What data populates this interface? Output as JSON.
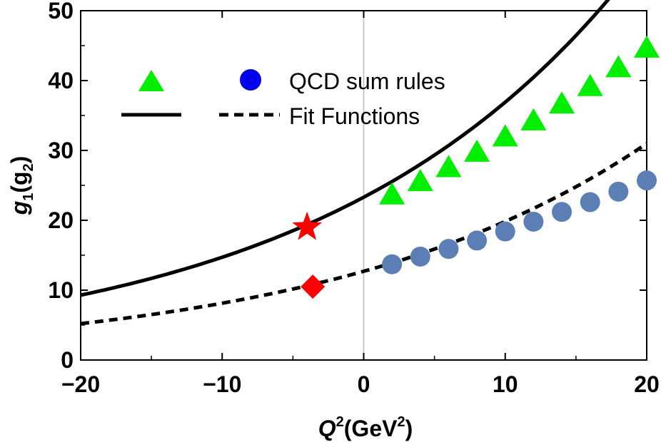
{
  "chart_data": {
    "type": "scatter",
    "xlabel": "Q",
    "xlabel_sup": "2",
    "xlabel_unit_open": "(GeV",
    "xlabel_unit_sup": "2",
    "xlabel_unit_close": ")",
    "ylabel": "g",
    "ylabel_sub": "1",
    "ylabel_mid": "(g",
    "ylabel_sub2": "2",
    "ylabel_close": ")",
    "xlim": [
      -20,
      20
    ],
    "ylim": [
      0,
      50
    ],
    "x_ticks": [
      -20,
      -10,
      0,
      10,
      20
    ],
    "x_tick_labels": [
      "−20",
      "−10",
      "0",
      "10",
      "20"
    ],
    "y_ticks": [
      0,
      10,
      20,
      30,
      40,
      50
    ],
    "y_tick_labels": [
      "0",
      "10",
      "20",
      "30",
      "40",
      "50"
    ],
    "grid": false,
    "legend_position": "top-left",
    "legend": {
      "row1_label": "QCD sum rules",
      "row2_label": "Fit Functions"
    },
    "colors": {
      "g1_points": "#00ee00",
      "g2_points": "#5b7fb5",
      "legend_circle": "#0000ee",
      "special_points": "#ff0000",
      "lines": "#000000"
    },
    "series": [
      {
        "marker": "triangle",
        "x": [
          2,
          4,
          6,
          8,
          10,
          12,
          14,
          16,
          18,
          20
        ],
        "y": [
          23.5,
          25.4,
          27.4,
          29.6,
          31.8,
          34.1,
          36.5,
          39.0,
          41.7,
          44.5
        ]
      },
      {
        "marker": "circle",
        "x": [
          2,
          4,
          6,
          8,
          10,
          12,
          14,
          16,
          18,
          20
        ],
        "y": [
          13.7,
          14.8,
          15.9,
          17.1,
          18.4,
          19.8,
          21.2,
          22.6,
          24.1,
          25.7
        ]
      },
      {
        "style": "solid",
        "fit": {
          "a": 23.3,
          "b": 0.046,
          "x_from": -20,
          "x_to": 20
        }
      },
      {
        "style": "dashed",
        "fit": {
          "a": 12.7,
          "b": 0.0446,
          "x_from": -20,
          "x_to": 20
        }
      }
    ],
    "special_points": [
      {
        "marker": "star",
        "x": -4,
        "y": 19.0
      },
      {
        "marker": "diamond",
        "x": -4,
        "y": 10.5
      }
    ]
  }
}
